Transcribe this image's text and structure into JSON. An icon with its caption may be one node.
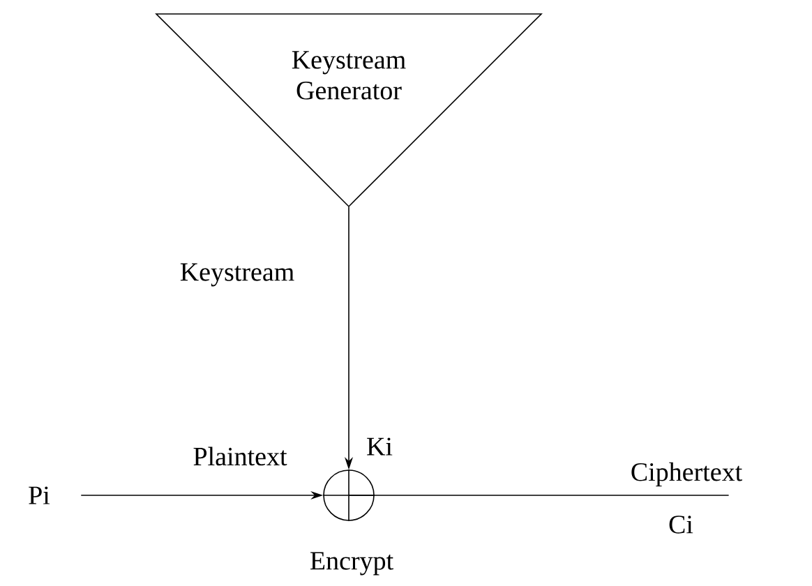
{
  "diagram": {
    "nodes": [
      {
        "text": [
          "Keystream Generator"
        ]
      },
      {
        "text": [],
        "shape": "circle"
      },
      {
        "text": [
          "Pi"
        ]
      },
      {
        "text": [
          "Ciphertext"
        ]
      }
    ],
    "edges": [
      {
        "from": 0,
        "to": 1,
        "arrow": "to"
      },
      {
        "from": 2,
        "to": 1,
        "arrow": "to"
      },
      {
        "from": 1,
        "to": 3,
        "arrow": "none"
      }
    ],
    "labels": [
      "Keystream",
      "Ki",
      "Plaintext",
      "Ci",
      "Encrypt"
    ]
  }
}
